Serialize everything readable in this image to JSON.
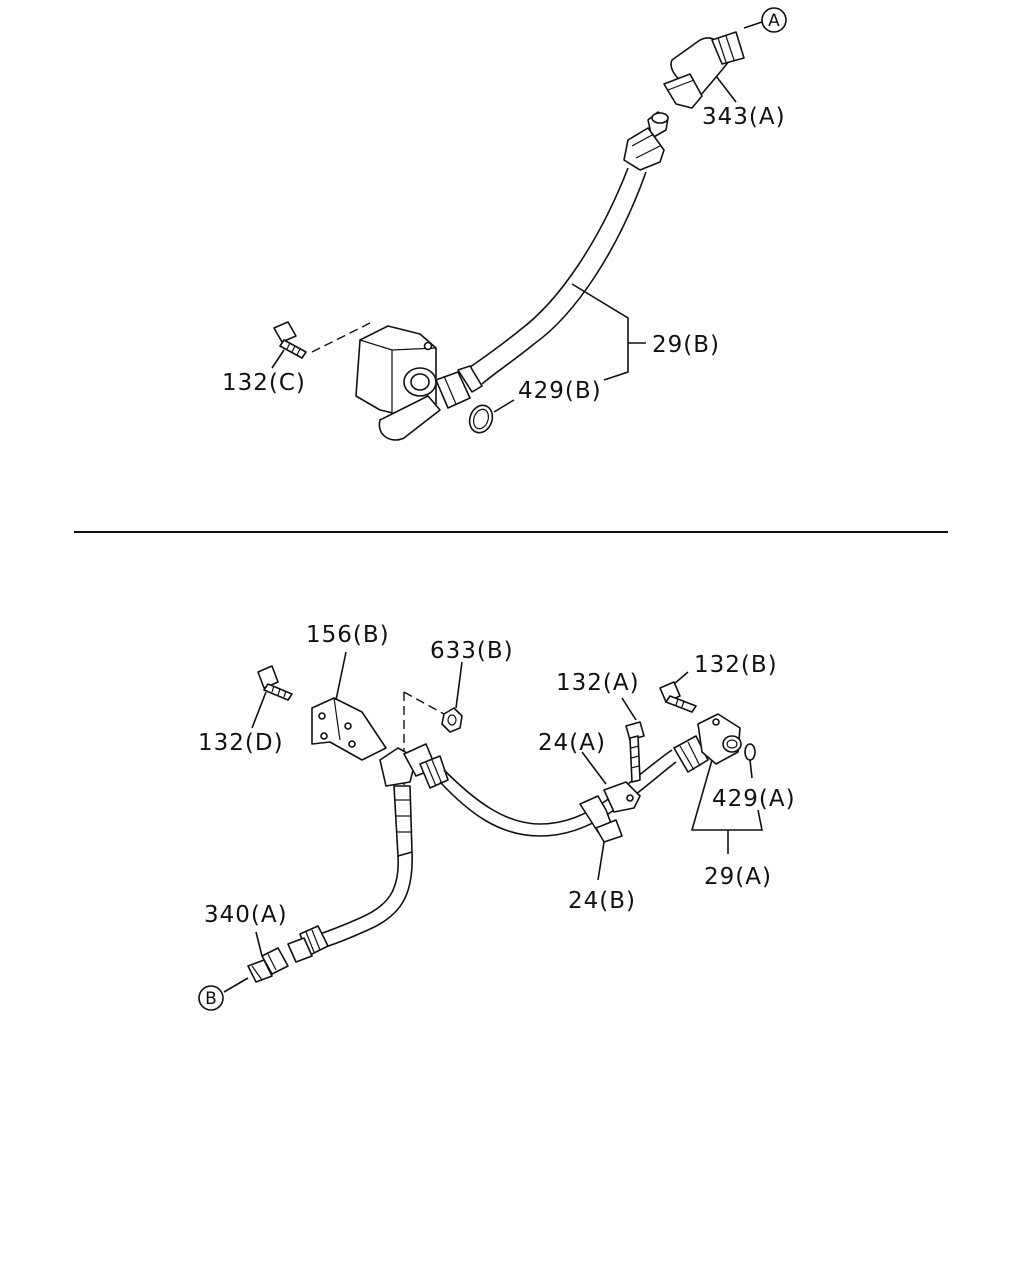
{
  "colors": {
    "ink": "#111111",
    "paper": "#ffffff"
  },
  "top_view": {
    "ref_a": "A",
    "label_343a": "343(A)",
    "label_29b": "29(B)",
    "label_429b": "429(B)",
    "label_132c": "132(C)"
  },
  "bottom_view": {
    "label_156b": "156(B)",
    "label_633b": "633(B)",
    "label_132a": "132(A)",
    "label_132b": "132(B)",
    "label_132d": "132(D)",
    "label_24a": "24(A)",
    "label_24b": "24(B)",
    "label_429a": "429(A)",
    "label_29a": "29(A)",
    "label_340a": "340(A)",
    "ref_b": "B"
  }
}
